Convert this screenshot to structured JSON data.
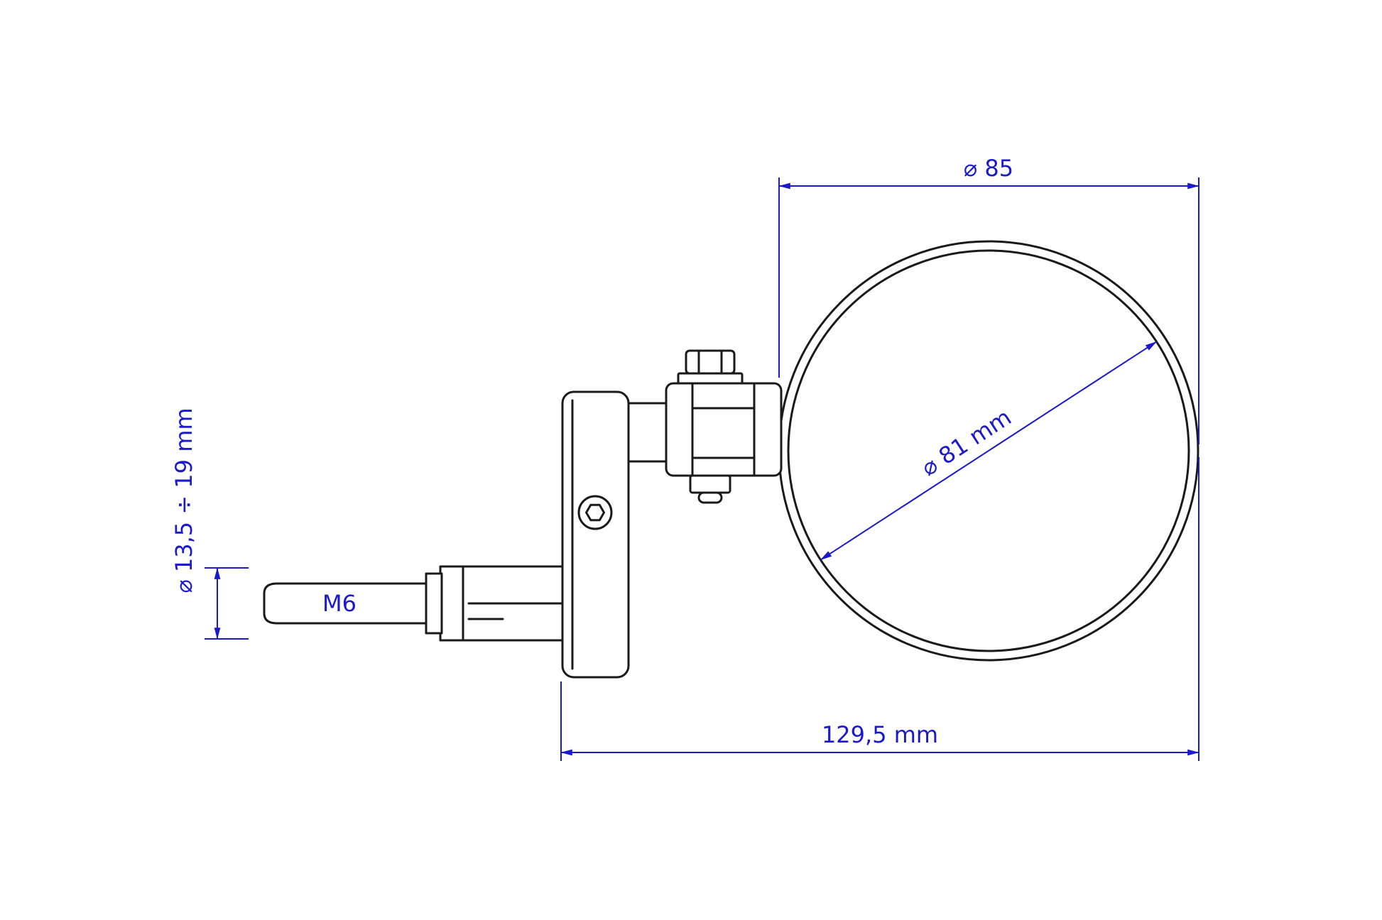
{
  "drawing": {
    "labels": {
      "head_diameter": "⌀ 85",
      "glass_diameter": "⌀ 81 mm",
      "overall_length": "129,5 mm",
      "expander_diameter_range": "⌀ 13,5 ÷ 19 mm",
      "stem_thread": "M6"
    },
    "colors": {
      "object_line": "#1a1a1a",
      "dimension": "#1a1acc",
      "background": "#ffffff"
    }
  }
}
